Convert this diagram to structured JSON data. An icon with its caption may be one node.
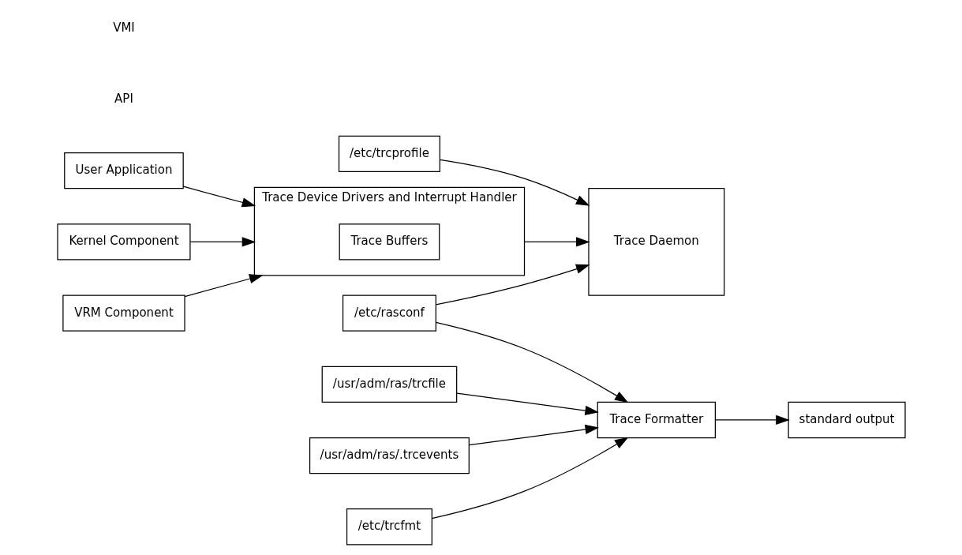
{
  "diagram": {
    "nodes": [
      {
        "text": [
          "/etc/rasconf"
        ]
      },
      {
        "text": [
          "Trace Daemon"
        ]
      },
      {
        "text": [
          "/etc/trcprofile"
        ]
      },
      {
        "text": [
          "/usr/adm/ras/trcfile"
        ]
      },
      {
        "text": [
          "Trace Formatter"
        ]
      },
      {
        "text": [
          "/usr/adm/ras/.trcevents"
        ]
      },
      {
        "text": [
          "standard output"
        ]
      },
      {
        "text": [
          "/etc/trcfmt"
        ]
      },
      {
        "text": [
          "User Application"
        ]
      },
      {
        "text": [
          "Kernel Component"
        ]
      },
      {
        "text": [
          "Trace Device Drivers and Interrupt Handler"
        ]
      },
      {
        "text": [
          "Trace Buffers"
        ],
        "in": 10
      },
      {
        "text": [
          "VRM Component"
        ]
      }
    ],
    "edges": [
      {
        "from": 0,
        "to": 1,
        "arrow": "to"
      },
      {
        "from": 0,
        "to": 4,
        "arrow": "to"
      },
      {
        "from": 2,
        "to": 1,
        "arrow": "to"
      },
      {
        "from": 3,
        "to": 4,
        "arrow": "to"
      },
      {
        "from": 5,
        "to": 4,
        "arrow": "to"
      },
      {
        "from": 7,
        "to": 4,
        "arrow": "to"
      },
      {
        "from": 4,
        "to": 6,
        "arrow": "to"
      },
      {
        "from": 10,
        "to": 1,
        "arrow": "to"
      },
      {
        "from": 8,
        "to": 10,
        "arrow": "to"
      },
      {
        "from": 9,
        "to": 10,
        "arrow": "to"
      },
      {
        "from": 12,
        "to": 10,
        "arrow": "to"
      }
    ],
    "labels": [
      "API",
      "VMI"
    ]
  }
}
